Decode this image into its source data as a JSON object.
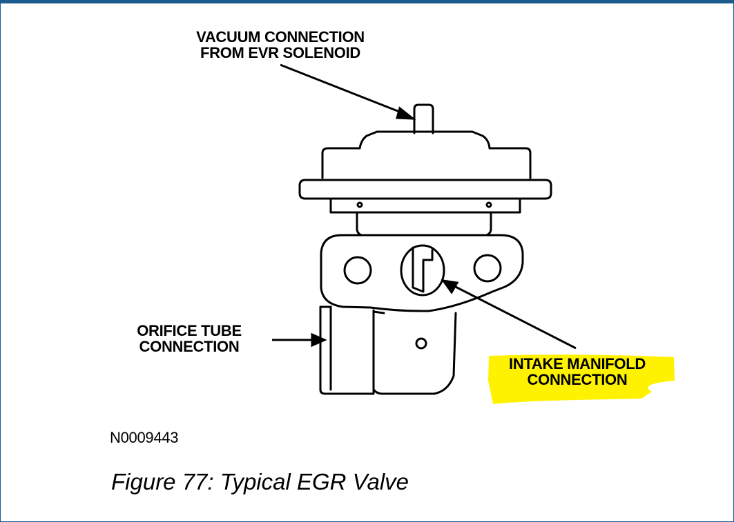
{
  "labels": {
    "vacuum_line1": "VACUUM CONNECTION",
    "vacuum_line2": "FROM EVR SOLENOID",
    "orifice_line1": "ORIFICE TUBE",
    "orifice_line2": "CONNECTION",
    "intake_line1": "INTAKE MANIFOLD",
    "intake_line2": "CONNECTION"
  },
  "figure_code": "N0009443",
  "caption": "Figure 77: Typical EGR Valve",
  "colors": {
    "frame_border": "#1c5b8f",
    "highlight": "#fff200"
  }
}
